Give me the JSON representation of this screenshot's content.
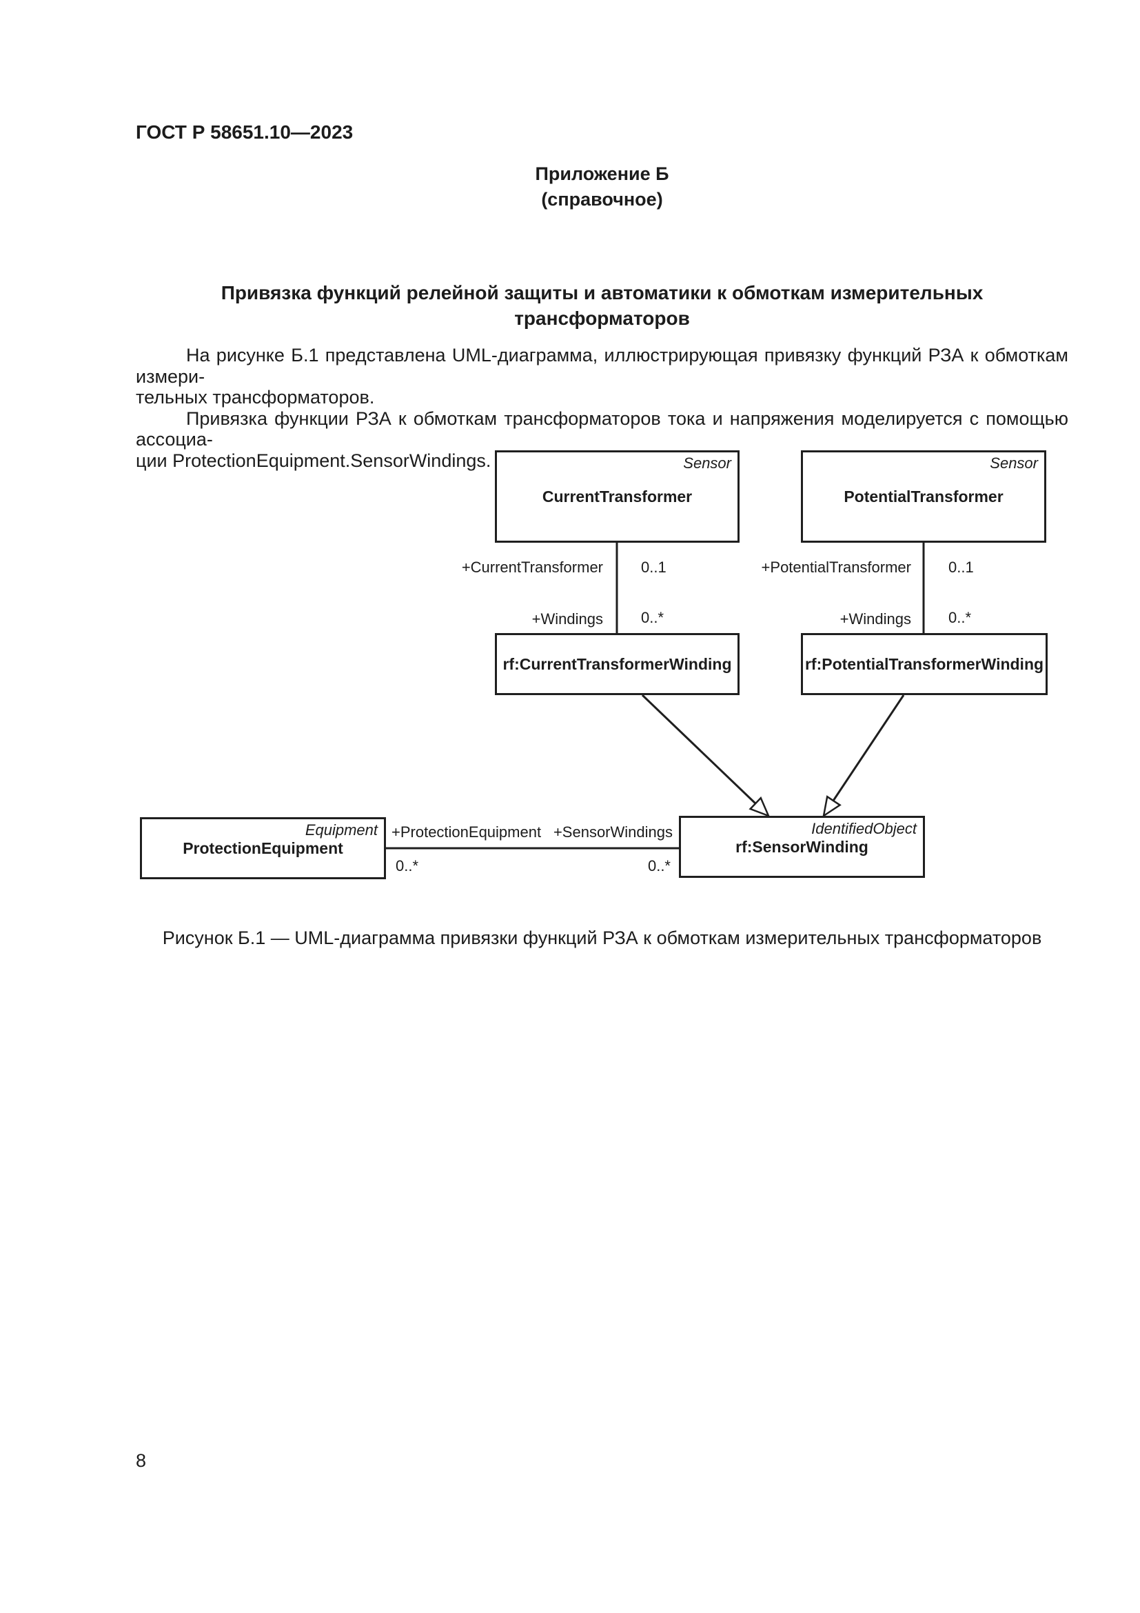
{
  "page": {
    "header": "ГОСТ Р 58651.10—2023",
    "page_number": "8"
  },
  "appendix": {
    "title": "Приложение Б",
    "subtitle": "(справочное)"
  },
  "heading": {
    "line1": "Привязка функций релейной защиты и автоматики к обмоткам измерительных",
    "line2": "трансформаторов"
  },
  "paragraphs": [
    {
      "lines": [
        "На рисунке Б.1 представлена UML-диаграмма, иллюстрирующая привязку функций РЗА к обмоткам измери-",
        "тельных трансформаторов."
      ]
    },
    {
      "lines": [
        "Привязка функции РЗА к обмоткам трансформаторов тока и напряжения моделируется с помощью ассоциа-",
        "ции ProtectionEquipment.SensorWindings."
      ]
    }
  ],
  "diagram": {
    "classes": {
      "current_transformer": {
        "stereotype": "Sensor",
        "name": "CurrentTransformer"
      },
      "potential_transformer": {
        "stereotype": "Sensor",
        "name": "PotentialTransformer"
      },
      "current_transformer_winding": {
        "name": "rf:CurrentTransformerWinding"
      },
      "potential_transformer_winding": {
        "name": "rf:PotentialTransformerWinding"
      },
      "protection_equipment": {
        "stereotype": "Equipment",
        "name": "ProtectionEquipment"
      },
      "sensor_winding": {
        "stereotype": "IdentifiedObject",
        "name": "rf:SensorWinding"
      }
    },
    "associations": {
      "ct_windings": {
        "role_parent": "+CurrentTransformer",
        "mult_parent": "0..1",
        "role_child": "+Windings",
        "mult_child": "0..*"
      },
      "pt_windings": {
        "role_parent": "+PotentialTransformer",
        "mult_parent": "0..1",
        "role_child": "+Windings",
        "mult_child": "0..*"
      },
      "pe_sensor_windings": {
        "role_left": "+ProtectionEquipment",
        "mult_left": "0..*",
        "role_right": "+SensorWindings",
        "mult_right": "0..*"
      }
    }
  },
  "figure": {
    "caption": "Рисунок Б.1 — UML-диаграмма привязки функций РЗА к обмоткам измерительных трансформаторов"
  }
}
